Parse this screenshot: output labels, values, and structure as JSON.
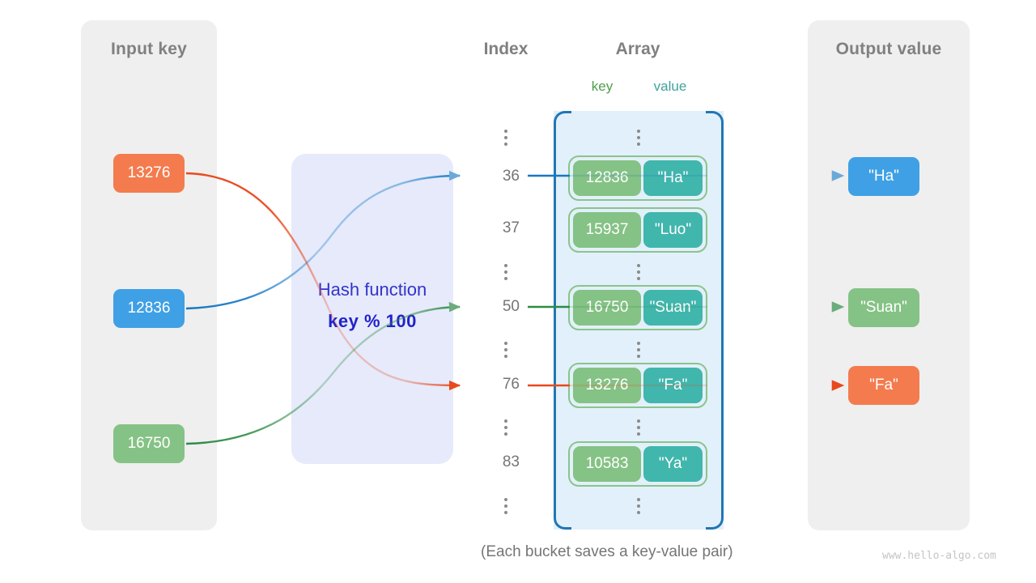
{
  "panels": {
    "input": {
      "title": "Input key"
    },
    "output": {
      "title": "Output value"
    }
  },
  "headings": {
    "index": "Index",
    "array": "Array",
    "key": "key",
    "value": "value"
  },
  "hash_function": {
    "title": "Hash function",
    "formula": "key % 100"
  },
  "input_keys": [
    {
      "label": "13276",
      "color": "#f47b4e"
    },
    {
      "label": "12836",
      "color": "#3fa0e5"
    },
    {
      "label": "16750",
      "color": "#85c285"
    }
  ],
  "indices": [
    "36",
    "37",
    "50",
    "76",
    "83"
  ],
  "buckets": [
    {
      "index": "36",
      "key": "12836",
      "value": "\"Ha\""
    },
    {
      "index": "37",
      "key": "15937",
      "value": "\"Luo\""
    },
    {
      "index": "50",
      "key": "16750",
      "value": "\"Suan\""
    },
    {
      "index": "76",
      "key": "13276",
      "value": "\"Fa\""
    },
    {
      "index": "83",
      "key": "10583",
      "value": "\"Ya\""
    }
  ],
  "output_values": [
    {
      "label": "\"Ha\"",
      "color": "#3fa0e5"
    },
    {
      "label": "\"Suan\"",
      "color": "#85c285"
    },
    {
      "label": "\"Fa\"",
      "color": "#f47b4e"
    }
  ],
  "caption": "(Each bucket saves a key-value pair)",
  "watermark": "www.hello-algo.com",
  "colors": {
    "orange": "#e8491d",
    "blue": "#1678c2",
    "green": "#2e8b45",
    "panel_gray": "#efefef",
    "array_fill": "#e2f0fb",
    "array_border": "#1f77b4",
    "bucket_border": "#8bc48b",
    "cell_key": "#85c285",
    "cell_value": "#41b6ac",
    "key_label": "#4f9e4f",
    "value_label": "#3fa39e",
    "hash_fill": "#e6eafb",
    "hash_text": "#3333cc",
    "heading_gray": "#808080"
  }
}
